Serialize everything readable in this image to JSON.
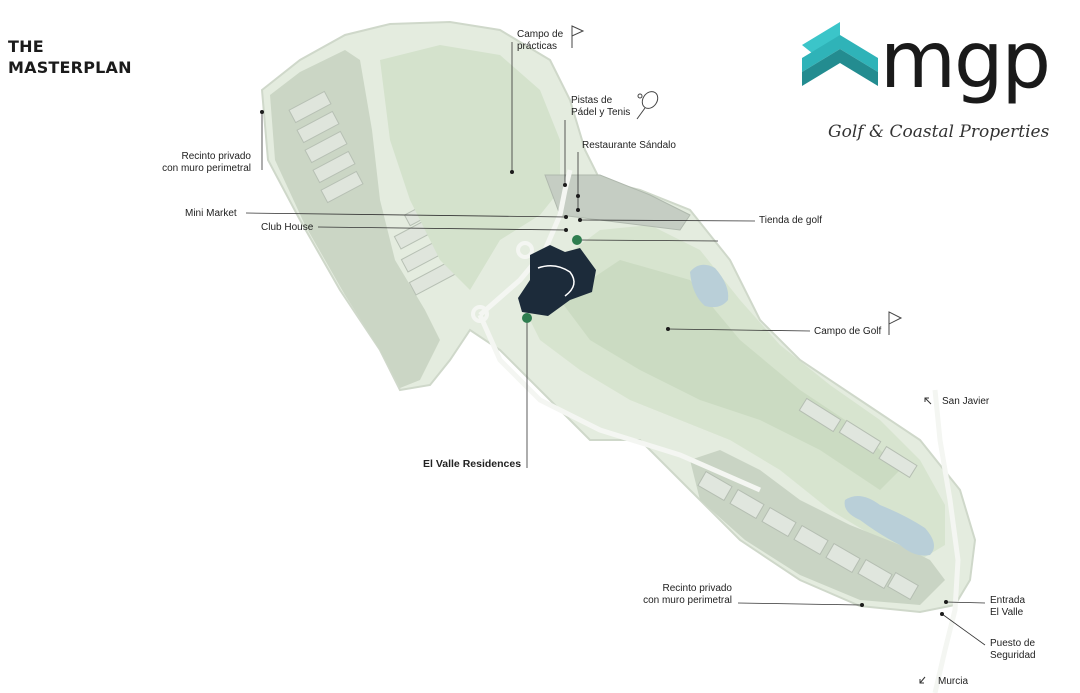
{
  "title": {
    "line1": "THE",
    "line2": "MASTERPLAN"
  },
  "logo": {
    "wordmark": "mgp",
    "tagline": "Golf & Coastal Properties",
    "colors": {
      "teal": "#34c3c4",
      "dark_teal": "#1f8f93",
      "text": "#1a1a1a"
    }
  },
  "labels": {
    "campo_practicas": [
      "Campo de",
      "prácticas"
    ],
    "pistas": [
      "Pistas de",
      "Pádel y Tenis"
    ],
    "restaurante": "Restaurante Sándalo",
    "recinto_nw": [
      "Recinto privado",
      "con muro perimetral"
    ],
    "mini_market": "Mini Market",
    "club_house": "Club House",
    "tienda_golf": "Tienda de golf",
    "campo_golf": "Campo de Golf",
    "san_javier": "San Javier",
    "el_valle_residences": "El Valle Residences",
    "recinto_se": [
      "Recinto privado",
      "con muro perimetral"
    ],
    "entrada": [
      "Entrada",
      "El Valle"
    ],
    "puesto": [
      "Puesto de",
      "Seguridad"
    ],
    "murcia": "Murcia"
  },
  "icons": {
    "practice_flag": "flag-icon",
    "golf_flag": "flag-icon",
    "racket": "tennis-racket-icon",
    "arrow_nw": "arrow-up-left-icon",
    "arrow_sw": "arrow-down-left-icon"
  },
  "colors": {
    "land_light": "#e3ebdd",
    "land_mid": "#d3dfcb",
    "fairway": "#c7d8bd",
    "plots": "#c5cdc3",
    "plot_fill": "#dde4db",
    "water": "#b9cfd8",
    "residences": "#1c2b3a",
    "marker": "#2e7d4f",
    "leader": "#333333",
    "road": "#f2f4f0"
  }
}
